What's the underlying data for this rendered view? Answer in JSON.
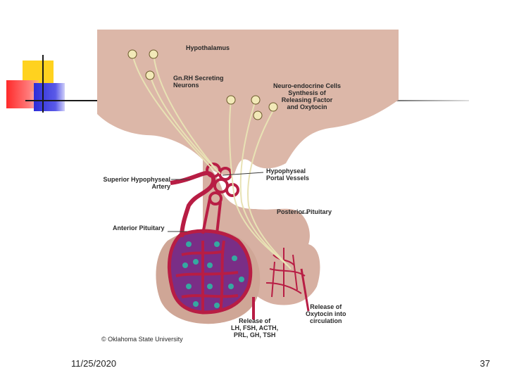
{
  "slide": {
    "date": "11/25/2020",
    "page_number": "37"
  },
  "diagram": {
    "labels": {
      "hypothalamus": "Hypothalamus",
      "gnrh": "Gn.RH Secreting\nNeurons",
      "neuroendocrine": "Neuro-endocrine Cells\nSynthesis of\nReleasing Factor\nand Oxytocin",
      "portal": "Hypophyseal\nPortal Vessels",
      "artery": "Superior Hypophyseal\nArtery",
      "posterior": "Posterior Pituitary",
      "anterior": "Anterior Pituitary",
      "oxytocin": "Release of\nOxytocin into\ncirculation",
      "release_hormones": "Release of\nLH, FSH, ACTH,\nPRL, GH, TSH",
      "copyright": "©  Oklahoma State University"
    },
    "colors": {
      "tissue": "#dcb7a8",
      "vessel": "#b81d44",
      "capillary_bed": "#7a2e86",
      "cells": "#35a9a1",
      "nerve_fiber": "#e8e2b4"
    }
  }
}
